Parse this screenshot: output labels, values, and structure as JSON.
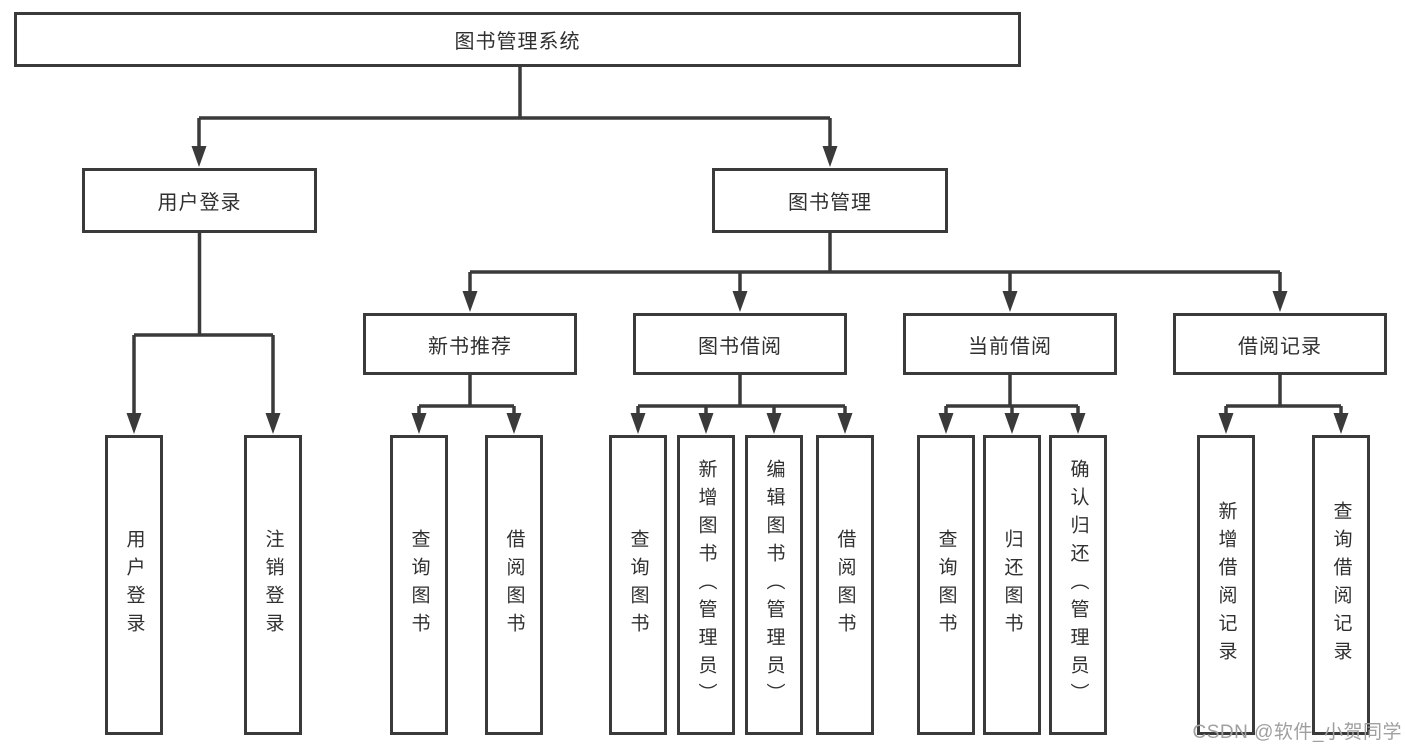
{
  "diagram_type": "hierarchy-tree",
  "colors": {
    "line": "#3a3a3a",
    "box_border": "#3a3a3a",
    "box_fill": "#ffffff",
    "text": "#303030",
    "watermark": "#a0a0a0",
    "background": "#ffffff"
  },
  "tree": {
    "root": {
      "label": "图书管理系统",
      "children": [
        {
          "label": "用户登录",
          "children": [
            {
              "label": "用户登录"
            },
            {
              "label": "注销登录"
            }
          ]
        },
        {
          "label": "图书管理",
          "children": [
            {
              "label": "新书推荐",
              "children": [
                {
                  "label": "查询图书"
                },
                {
                  "label": "借阅图书"
                }
              ]
            },
            {
              "label": "图书借阅",
              "children": [
                {
                  "label": "查询图书"
                },
                {
                  "label": "新增图书（管理员）"
                },
                {
                  "label": "编辑图书（管理员）"
                },
                {
                  "label": "借阅图书"
                }
              ]
            },
            {
              "label": "当前借阅",
              "children": [
                {
                  "label": "查询图书"
                },
                {
                  "label": "归还图书"
                },
                {
                  "label": "确认归还（管理员）"
                }
              ]
            },
            {
              "label": "借阅记录",
              "children": [
                {
                  "label": "新增借阅记录"
                },
                {
                  "label": "查询借阅记录"
                }
              ]
            }
          ]
        }
      ]
    }
  },
  "watermark": {
    "text": "CSDN @软件_小贺同学"
  }
}
